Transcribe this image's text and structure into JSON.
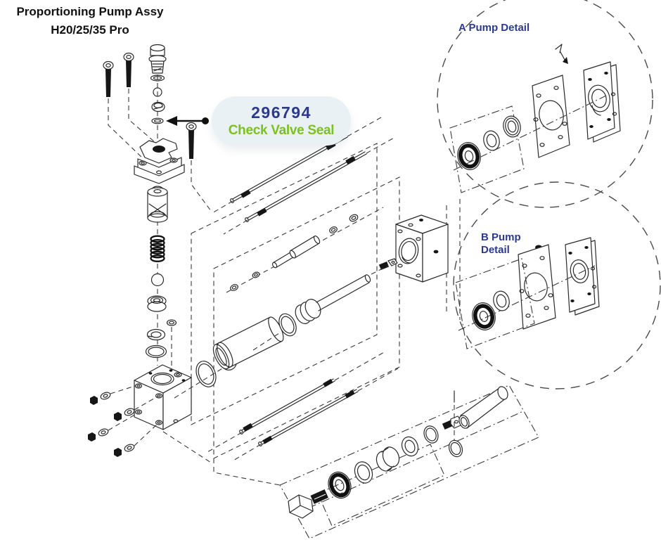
{
  "title": {
    "line1": "Proportioning Pump Assy",
    "line2": "H20/25/35 Pro"
  },
  "callout": {
    "part_number": "296794",
    "part_name": "Check Valve Seal",
    "number_color": "#2b3a8c",
    "name_color": "#7cc11c",
    "background_color": "#e9f1f4"
  },
  "details": {
    "a_label": "A Pump Detail",
    "b_label_line1": "B Pump",
    "b_label_line2": "Detail",
    "label_color": "#2b3a8c"
  },
  "diagram": {
    "line_color": "#2a2a2a"
  }
}
